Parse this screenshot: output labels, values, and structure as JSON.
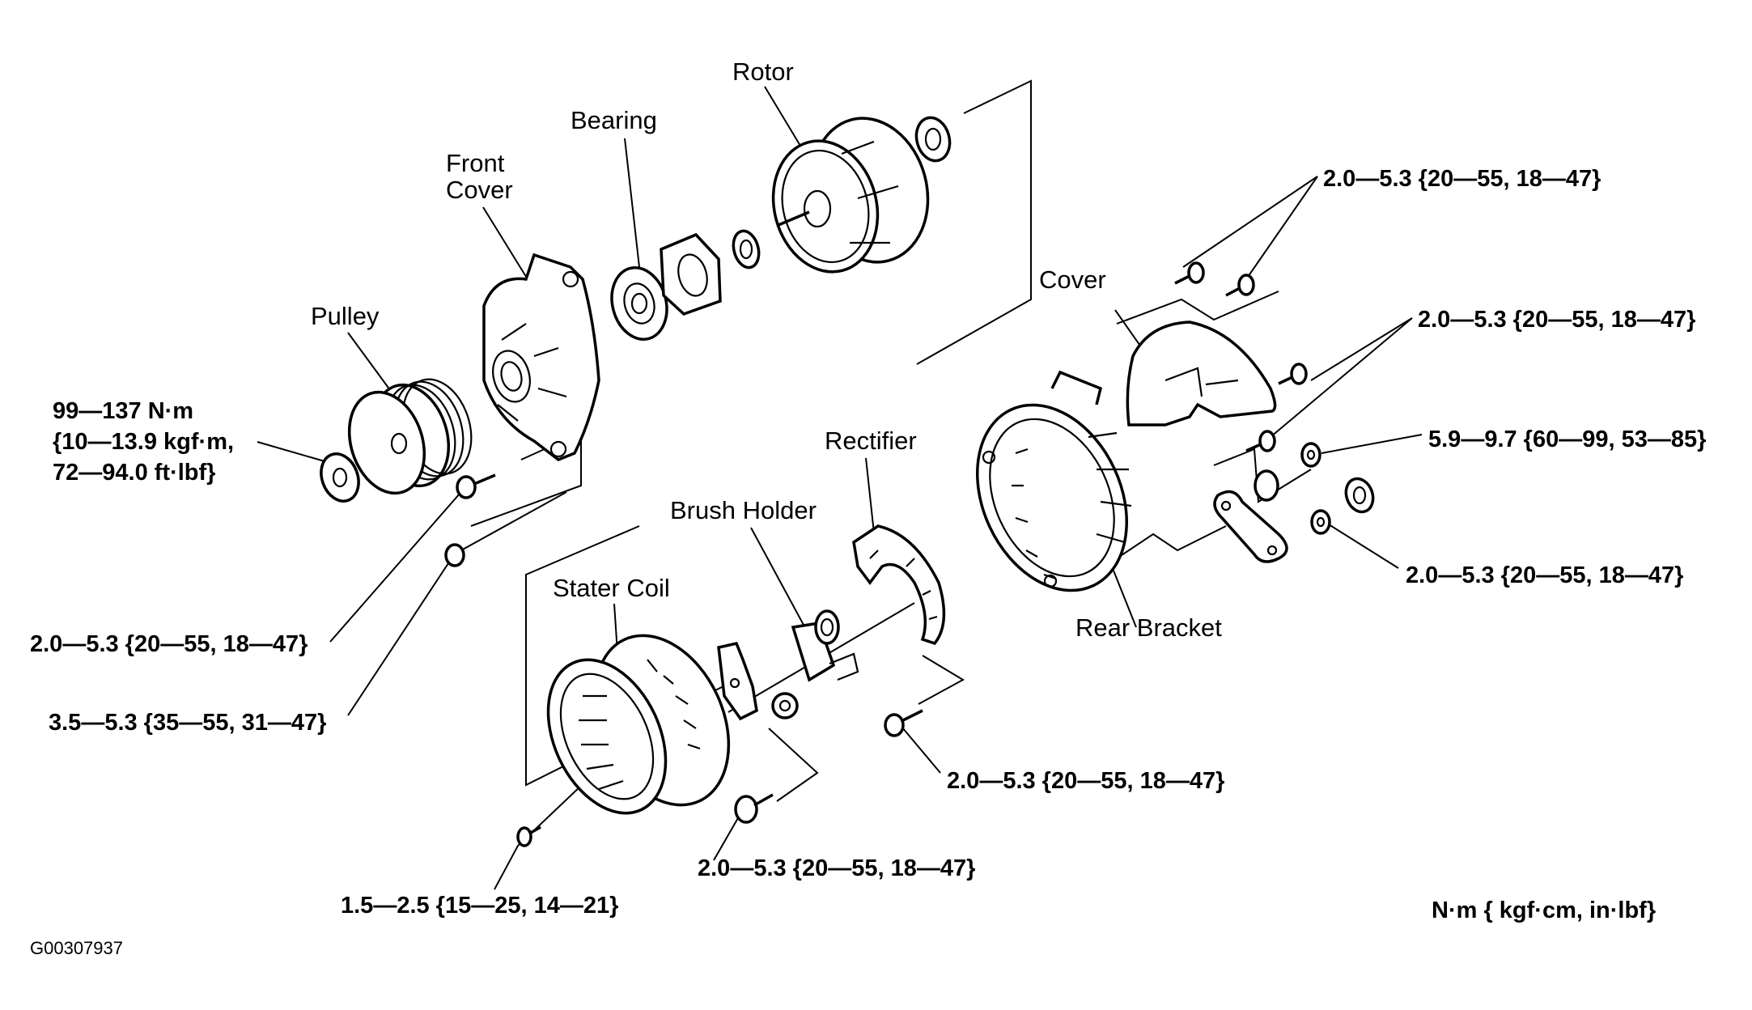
{
  "diagram": {
    "title_id": "G00307937",
    "units_legend": "N·m { kgf·cm, in·lbf}",
    "parts": {
      "rotor": "Rotor",
      "bearing": "Bearing",
      "front_cover_line1": "Front",
      "front_cover_line2": "Cover",
      "pulley": "Pulley",
      "cover": "Cover",
      "rectifier": "Rectifier",
      "brush_holder": "Brush Holder",
      "stater_coil": "Stater Coil",
      "rear_bracket": "Rear Bracket"
    },
    "torque_specs": {
      "pulley_nut_line1": "99—137 N·m",
      "pulley_nut_line2": "{10—13.9 kgf·m,",
      "pulley_nut_line3": "72—94.0 ft·lbf}",
      "front_bolt_short": "2.0—5.3 {20—55, 18—47}",
      "front_through_bolt": "3.5—5.3 {35—55, 31—47}",
      "cover_bolts_upper": "2.0—5.3 {20—55, 18—47}",
      "cover_bolts_lower": "2.0—5.3 {20—55, 18—47}",
      "terminal_nut": "5.9—9.7 {60—99, 53—85}",
      "bracket_nut": "2.0—5.3 {20—55, 18—47}",
      "rectifier_bolt": "2.0—5.3 {20—55, 18—47}",
      "brush_screw": "2.0—5.3 {20—55, 18—47}",
      "stator_screw": "1.5—2.5 {15—25, 14—21}"
    }
  }
}
